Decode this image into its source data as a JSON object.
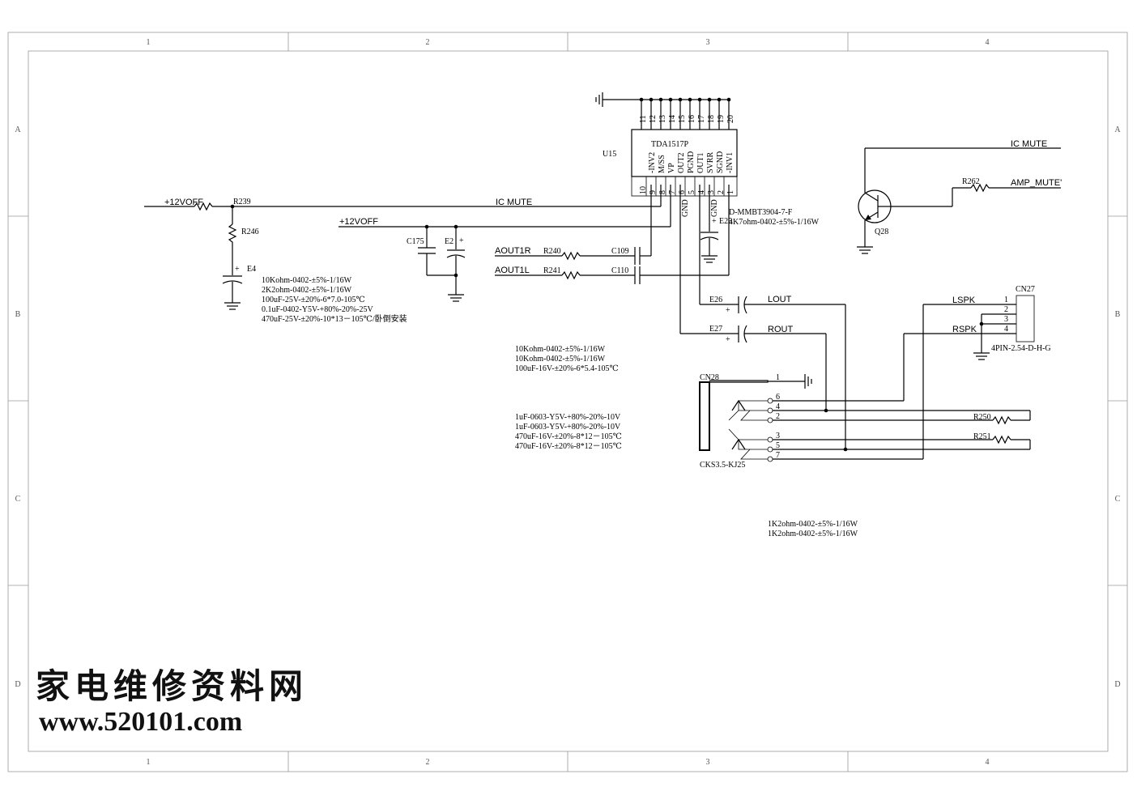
{
  "frame": {
    "columns": [
      "1",
      "2",
      "3",
      "4"
    ],
    "rows": [
      "A",
      "B",
      "C",
      "D"
    ]
  },
  "components": {
    "u15": {
      "ref": "U15",
      "part": "TDA1517P",
      "top_pin_numbers": [
        "11",
        "12",
        "13",
        "14",
        "15",
        "16",
        "17",
        "18",
        "19",
        "20"
      ],
      "bottom_pin_numbers": [
        "10",
        "9",
        "8",
        "7",
        "6",
        "5",
        "4",
        "3",
        "2",
        "1"
      ],
      "pin_names": [
        "-INV2",
        "M/SS",
        "VP",
        "OUT2",
        "PGND",
        "OUT1",
        "SVRR",
        "SGND",
        "-INV1"
      ]
    },
    "r239": "R239",
    "r246": "R246",
    "e4": "E4",
    "c175": "C175",
    "e2": "E2",
    "r240": "R240",
    "r241": "R241",
    "c109": "C109",
    "c110": "C110",
    "e25": "E25",
    "e26": "E26",
    "e27": "E27",
    "q28": "Q28",
    "r262": "R262",
    "cn27": "CN27",
    "cn27_part": "4PIN-2.54-D-H-G",
    "cn27_pins": [
      "1",
      "2",
      "3",
      "4"
    ],
    "cn28": "CN28",
    "cn28_part": "CKS3.5-KJ25",
    "cn28_pins": [
      "1",
      "6",
      "4",
      "2",
      "3",
      "5",
      "7"
    ],
    "r250": "R250",
    "r251": "R251",
    "q_part": "D-MMBT3904-7-F",
    "q_res": "4K7ohm-0402-±5%-1/16W"
  },
  "nets": {
    "p12voff_a": "+12VOFF",
    "p12voff_b": "+12VOFF",
    "ic_mute_a": "IC MUTE",
    "ic_mute_b": "IC MUTE",
    "aout1r": "AOUT1R",
    "aout1l": "AOUT1L",
    "gnd_a": "GND",
    "gnd_b": "GND",
    "lout": "LOUT",
    "rout": "ROUT",
    "lspk": "LSPK",
    "rspk": "RSPK",
    "amp_mute": "AMP_MUTE'",
    "plus": "+"
  },
  "notes": {
    "block1": [
      "10Kohm-0402-±5%-1/16W",
      "2K2ohm-0402-±5%-1/16W",
      "100uF-25V-±20%-6*7.0-105℃",
      "0.1uF-0402-Y5V-+80%-20%-25V",
      "470uF-25V-±20%-10*13－105℃/卧倒安装"
    ],
    "block2": [
      "10Kohm-0402-±5%-1/16W",
      "10Kohm-0402-±5%-1/16W",
      "100uF-16V-±20%-6*5.4-105℃"
    ],
    "block3": [
      "1uF-0603-Y5V-+80%-20%-10V",
      "1uF-0603-Y5V-+80%-20%-10V",
      "470uF-16V-±20%-8*12－105℃",
      "470uF-16V-±20%-8*12－105℃"
    ],
    "block4": [
      "1K2ohm-0402-±5%-1/16W",
      "1K2ohm-0402-±5%-1/16W"
    ]
  },
  "watermark": {
    "cn": "家电维修资料网",
    "url": "www.520101.com"
  }
}
